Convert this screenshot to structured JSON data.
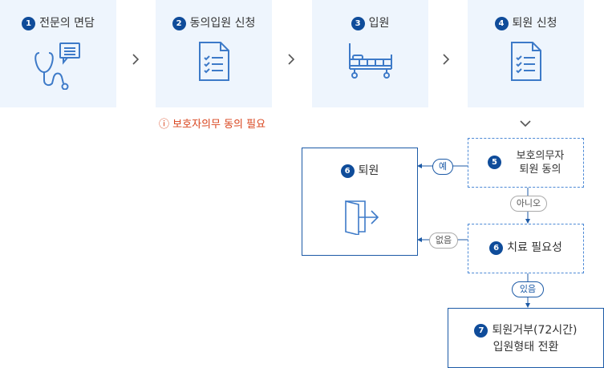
{
  "steps": [
    {
      "num": "1",
      "label": "전문의 면담",
      "icon": "stethoscope-icon"
    },
    {
      "num": "2",
      "label": "동의입원 신청",
      "icon": "checklist-document-icon"
    },
    {
      "num": "3",
      "label": "입원",
      "icon": "hospital-bed-icon"
    },
    {
      "num": "4",
      "label": "퇴원 신청",
      "icon": "checklist-document-icon"
    }
  ],
  "note": {
    "icon": "ⓘ",
    "text": "보호자의무 동의 필요",
    "color": "#d9441d"
  },
  "decision_consent": {
    "num": "5",
    "line1": "보호의무자",
    "line2": "퇴원 동의"
  },
  "decision_treatment": {
    "num": "6",
    "label": "치료 필요성"
  },
  "discharge": {
    "num": "6",
    "label": "퇴원",
    "icon": "exit-door-icon"
  },
  "refusal": {
    "num": "7",
    "line1": "퇴원거부(72시간)",
    "line2": "입원형태 전환"
  },
  "edges": {
    "yes": "예",
    "no": "아니오",
    "none": "없음",
    "exists": "있음"
  },
  "colors": {
    "accent": "#0f4c9a",
    "step_bg": "#eef5fd",
    "line": "#1c5aa6",
    "warning": "#d9441d"
  }
}
